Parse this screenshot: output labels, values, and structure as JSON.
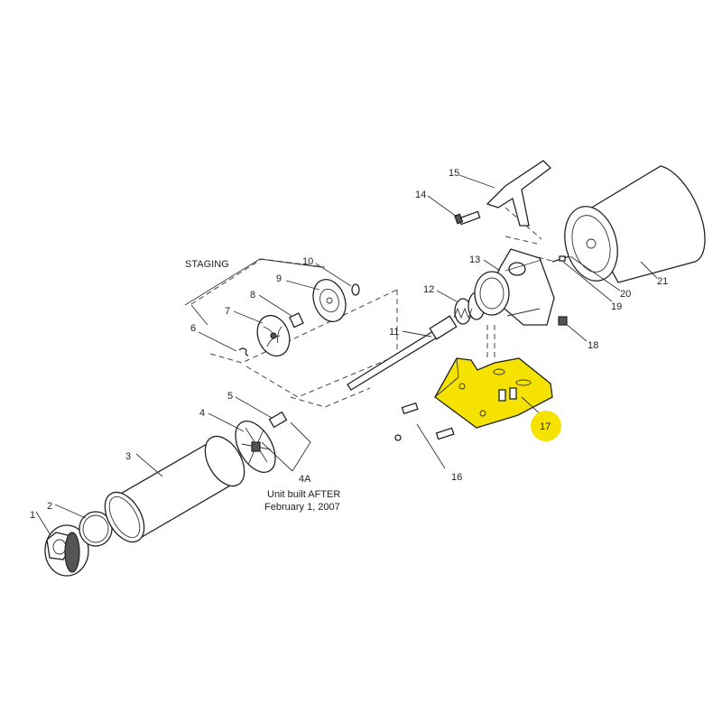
{
  "diagram": {
    "accent_color": "#f6e200",
    "labels": {
      "p1": "1",
      "p2": "2",
      "p3": "3",
      "p4": "4",
      "p4a": "4A",
      "p5": "5",
      "p6": "6",
      "p7": "7",
      "p8": "8",
      "p9": "9",
      "p10": "10",
      "p11": "11",
      "p12": "12",
      "p13": "13",
      "p14": "14",
      "p15": "15",
      "p16": "16",
      "p17": "17",
      "p18": "18",
      "p19": "19",
      "p20": "20",
      "p21": "21"
    },
    "staging": "STAGING",
    "note_line1": "Unit built AFTER",
    "note_line2": "February 1, 2007"
  }
}
